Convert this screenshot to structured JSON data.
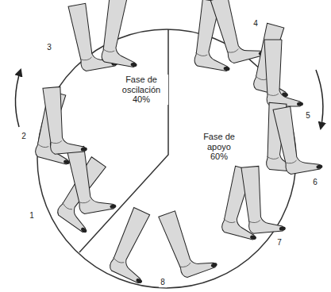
{
  "diagram": {
    "labels": [
      "Fase de oscilación 40%",
      "Fase de apoyo 60%",
      "1",
      "2",
      "3",
      "4",
      "5",
      "6",
      "7",
      "8"
    ]
  }
}
